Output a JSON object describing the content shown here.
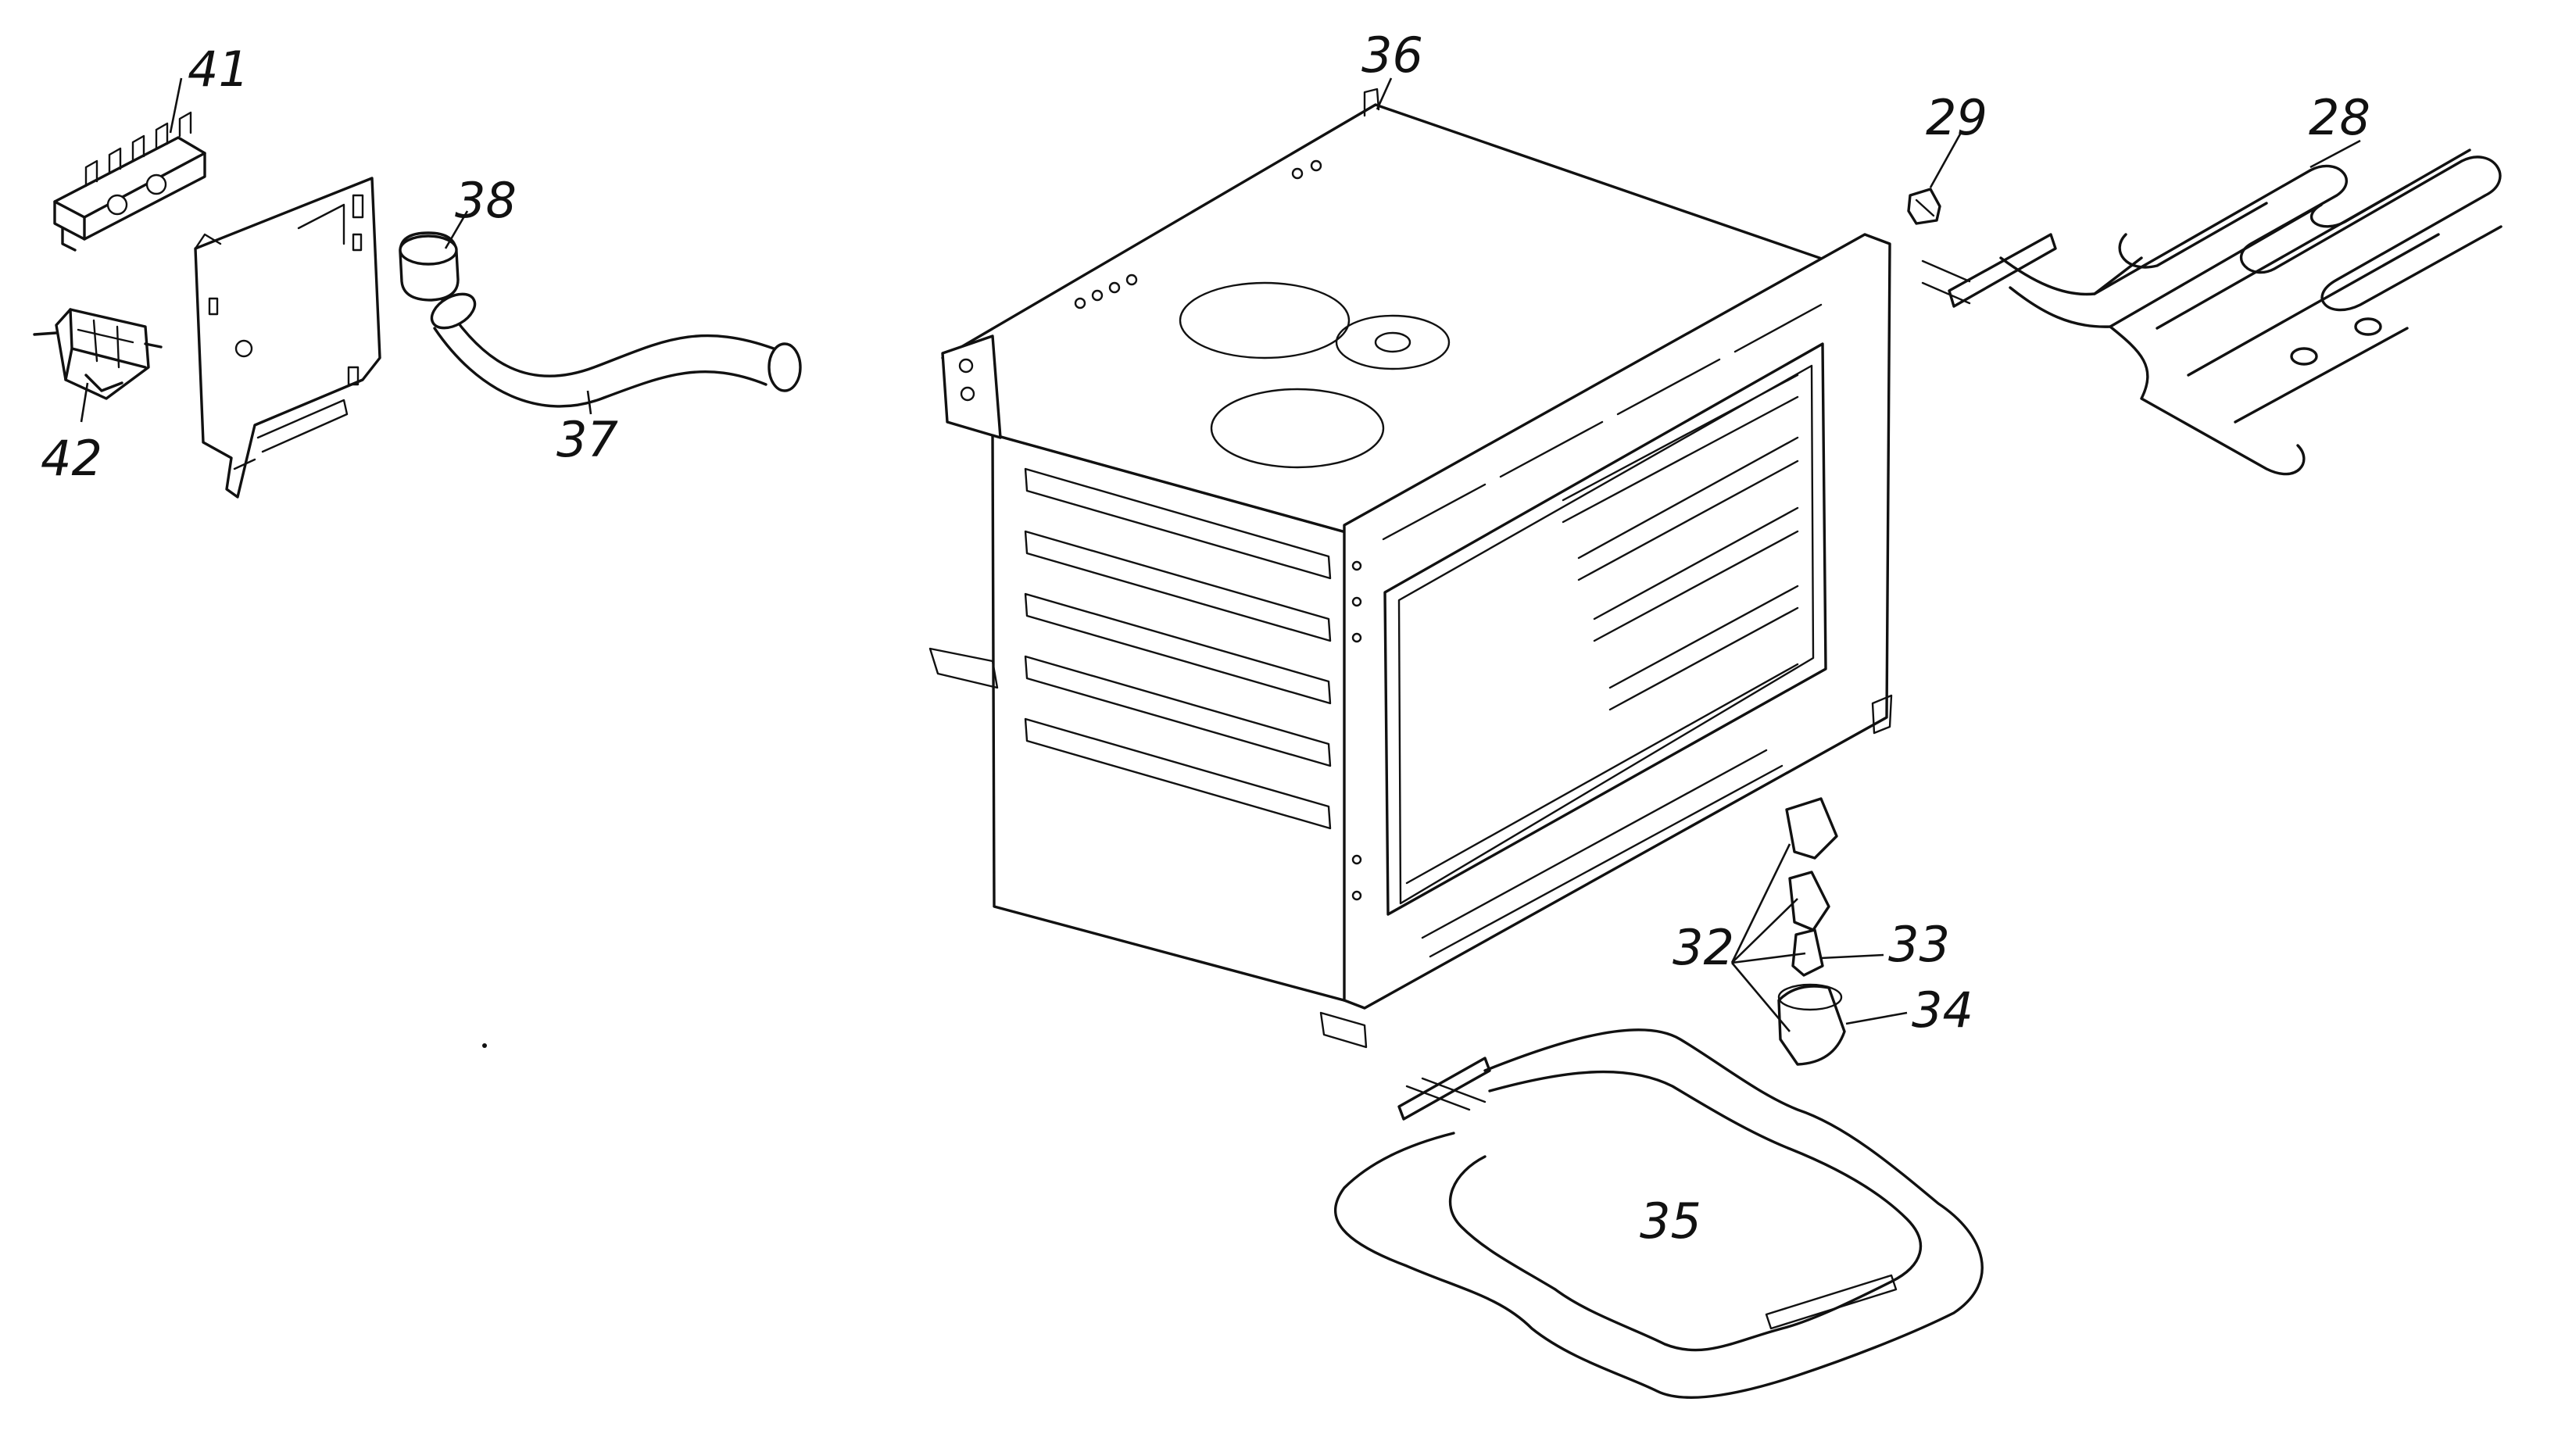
{
  "diagram": {
    "parts": [
      {
        "key": "p41",
        "number": "41",
        "icon": "terminal-block-icon"
      },
      {
        "key": "p42",
        "number": "42",
        "icon": "switch-icon"
      },
      {
        "key": "p38",
        "number": "38",
        "icon": "hose-cap-icon"
      },
      {
        "key": "p37",
        "number": "37",
        "icon": "hose-icon"
      },
      {
        "key": "p36",
        "number": "36",
        "icon": "oven-cavity-icon"
      },
      {
        "key": "p29",
        "number": "29",
        "icon": "clip-icon"
      },
      {
        "key": "p28",
        "number": "28",
        "icon": "grill-element-icon"
      },
      {
        "key": "p32",
        "number": "32",
        "icon": "lamp-assembly-icon"
      },
      {
        "key": "p33",
        "number": "33",
        "icon": "lamp-bulb-icon"
      },
      {
        "key": "p34",
        "number": "34",
        "icon": "lamp-holder-icon"
      },
      {
        "key": "p35",
        "number": "35",
        "icon": "bottom-element-icon"
      }
    ]
  }
}
